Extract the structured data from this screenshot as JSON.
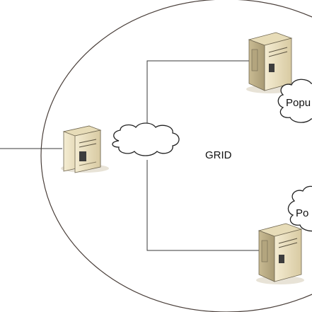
{
  "labels": {
    "grid": "GRID",
    "cloud_top": "Popu",
    "cloud_bottom": "Po"
  },
  "colors": {
    "line": "#3a3a3a",
    "boundary": "#4a3f3a",
    "server_light": "#efe4c4",
    "server_mid": "#d9cba3",
    "server_dark": "#b7a983",
    "cloud_fill": "#ffffff",
    "cloud_stroke": "#222222"
  },
  "icons": [
    "server-icon",
    "network-cloud-icon",
    "population-cloud-icon"
  ]
}
